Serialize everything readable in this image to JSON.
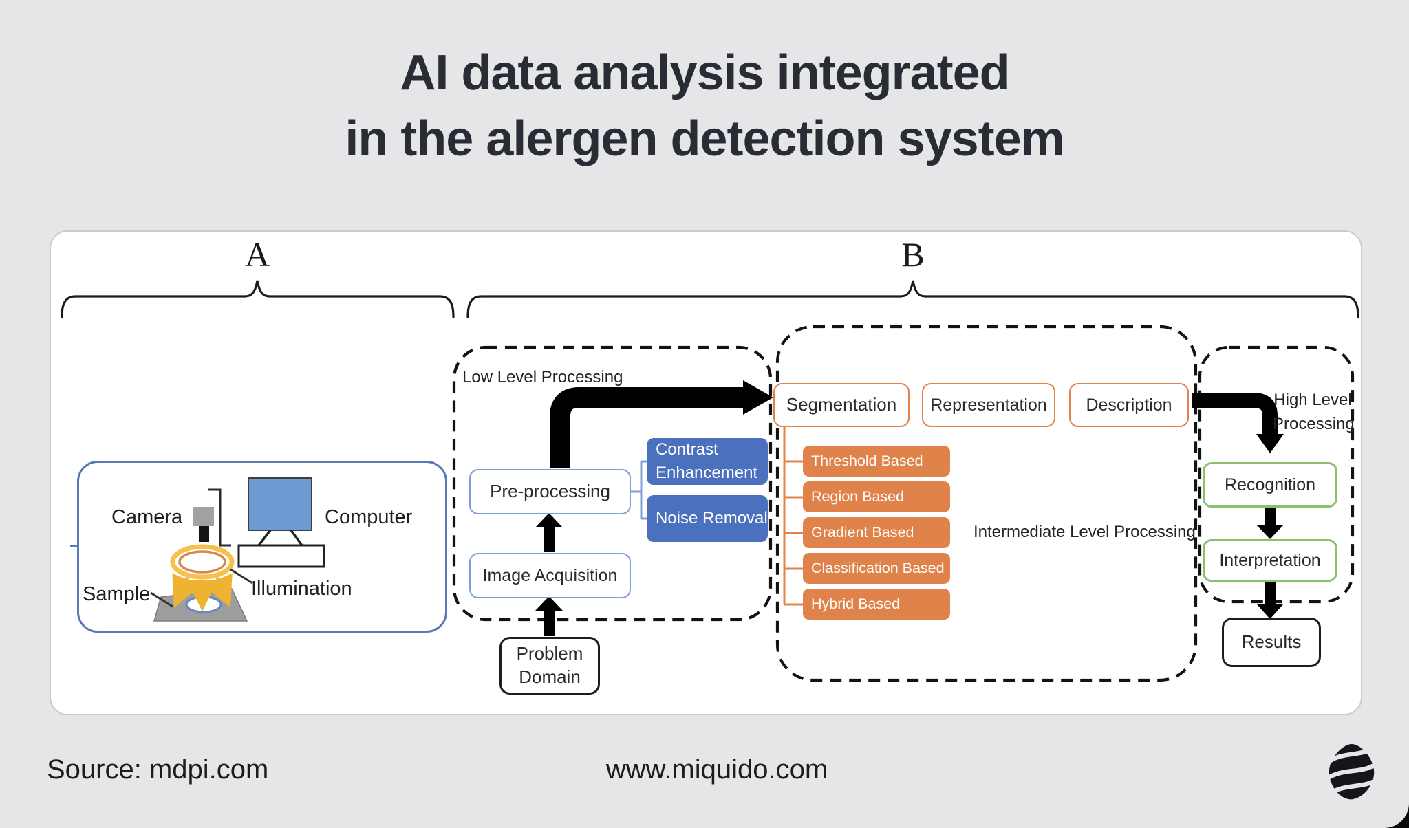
{
  "title": {
    "line1": "AI data analysis integrated",
    "line2": "in the alergen detection system"
  },
  "braces": {
    "a": "A",
    "b": "B"
  },
  "setup_panel": {
    "camera": "Camera",
    "computer": "Computer",
    "sample": "Sample",
    "illumination": "Illumination"
  },
  "low_level": {
    "label": "Low Level Processing",
    "problem_domain": "Problem Domain",
    "image_acquisition": "Image Acquisition",
    "pre_processing": "Pre-processing",
    "contrast_enhancement": "Contrast Enhancement",
    "noise_removal": "Noise Removal"
  },
  "intermediate": {
    "label": "Intermediate Level Processing",
    "segmentation": "Segmentation",
    "representation": "Representation",
    "description": "Description",
    "methods": [
      "Threshold Based",
      "Region Based",
      "Gradient Based",
      "Classification Based",
      "Hybrid Based"
    ]
  },
  "high_level": {
    "label": "High Level Processing",
    "recognition": "Recognition",
    "interpretation": "Interpretation",
    "results": "Results"
  },
  "footer": {
    "source": "Source: mdpi.com",
    "website": "www.miquido.com",
    "logo": "miquido-logo"
  },
  "colors": {
    "background": "#E6E6E8",
    "card": "#FFFFFF",
    "accent_blue_fill": "#4B70BE",
    "light_blue_border": "#7F9FD8",
    "orange": "#E0834A",
    "green_border": "#8CC070",
    "panel_blue_border": "#5878B8",
    "monitor_blue": "#6C9BD2",
    "illumination_gold": "#F5C14B",
    "title_text": "#272C35"
  }
}
